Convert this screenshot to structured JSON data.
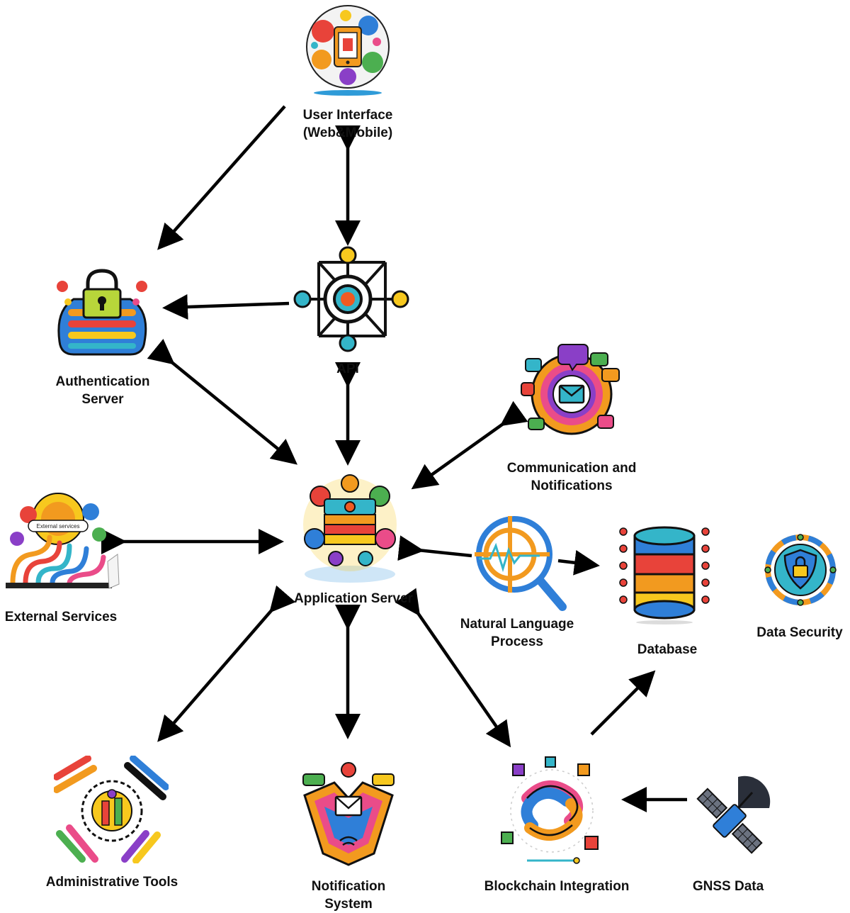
{
  "nodes": {
    "user_interface": {
      "line1": "User Interface",
      "line2": "(Web&Mobile)"
    },
    "api": {
      "label": "API"
    },
    "auth_server": {
      "line1": "Authentication",
      "line2": "Server"
    },
    "comm_notifications": {
      "line1": "Communication and",
      "line2": "Notifications"
    },
    "external_services": {
      "label": "External Services",
      "icon_text": "External services"
    },
    "app_server": {
      "label": "Application Server"
    },
    "nlp": {
      "line1": "Natural Language",
      "line2": "Process"
    },
    "database": {
      "label": "Database"
    },
    "data_security": {
      "label": "Data Security"
    },
    "admin_tools": {
      "label": "Administrative Tools"
    },
    "notification_system": {
      "line1": "Notification",
      "line2": "System"
    },
    "blockchain": {
      "label": "Blockchain Integration"
    },
    "gnss": {
      "label": "GNSS Data"
    }
  },
  "colors": {
    "arrow": "#000000",
    "text": "#111111",
    "orange": "#f29a1f",
    "red": "#e8433a",
    "yellow": "#f7c81e",
    "blue": "#2f7fd8",
    "teal": "#34b5c9",
    "purple": "#8a3fc7",
    "green": "#4caf50",
    "pink": "#ea4c89"
  }
}
